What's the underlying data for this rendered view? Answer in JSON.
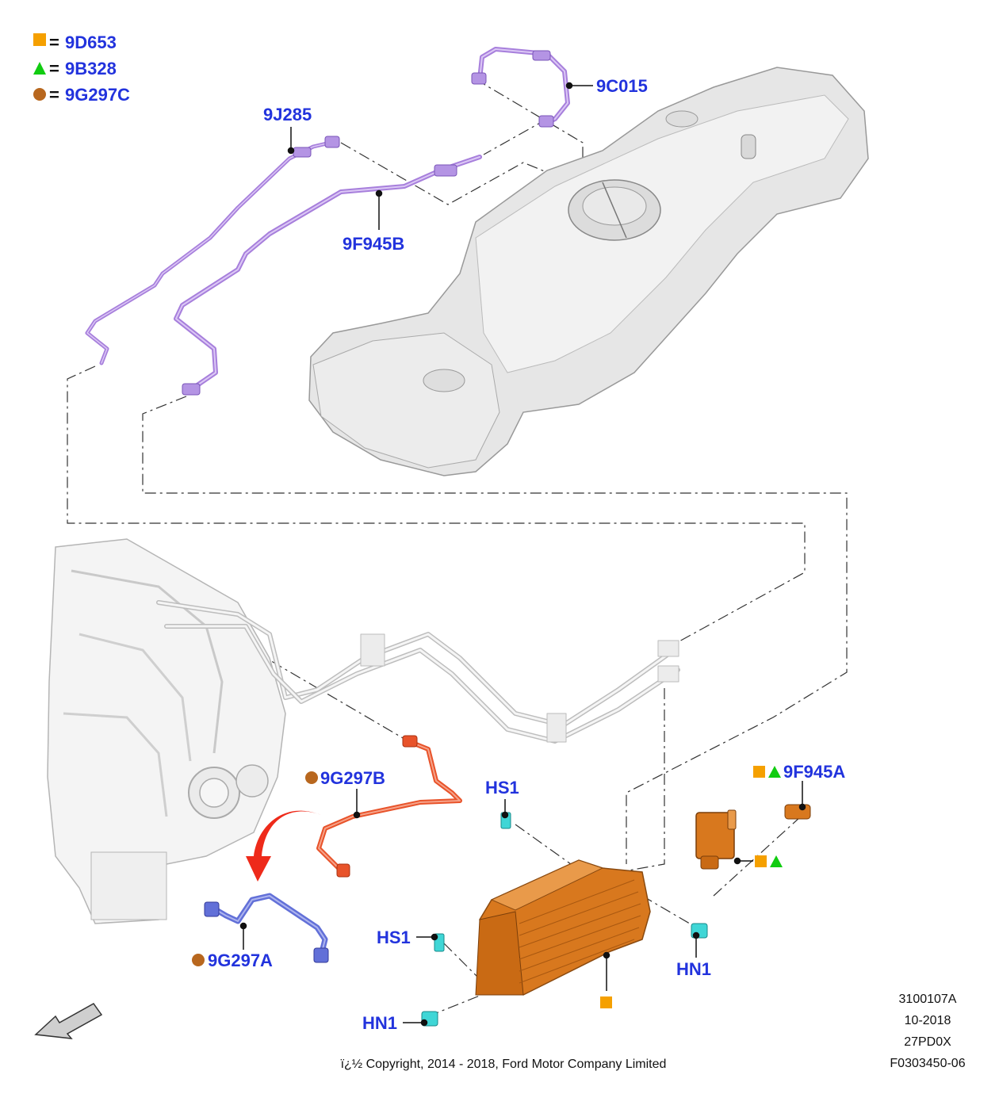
{
  "legend": [
    {
      "symbol": "square",
      "part": "9D653"
    },
    {
      "symbol": "triangle",
      "part": "9B328"
    },
    {
      "symbol": "circle",
      "part": "9G297C"
    }
  ],
  "legend_equals": "=",
  "callouts": {
    "c9C015": "9C015",
    "c9J285": "9J285",
    "c9F945B": "9F945B",
    "c9G297B": "9G297B",
    "c9G297A": "9G297A",
    "cHS1a": "HS1",
    "cHS1b": "HS1",
    "cHN1a": "HN1",
    "cHN1b": "HN1",
    "c9F945A": "9F945A"
  },
  "info": {
    "ref": "3100107A",
    "date": "10-2018",
    "model": "27PD0X",
    "code": "F0303450-06"
  },
  "copyright": "ï¿½ Copyright, 2014 - 2018, Ford Motor Company Limited",
  "colors": {
    "callout_blue": "#2233dd",
    "square_orange": "#f5a000",
    "triangle_green": "#11cc11",
    "circle_brown": "#b8671e",
    "purple_hose": "#a77fdc",
    "red_hose": "#e8532a",
    "blue_hose": "#6270d8",
    "canister_orange": "#d8781e",
    "clip_cyan": "#3fd6d6",
    "arrow_red": "#ee2a1a"
  }
}
